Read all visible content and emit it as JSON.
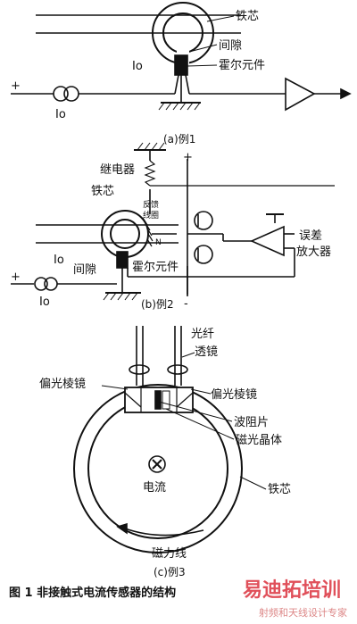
{
  "examples": [
    {
      "caption": "(a)例1",
      "labels": {
        "core": "铁芯",
        "gap": "间隙",
        "hall": "霍尔元件",
        "io_top": "Io",
        "io_bottom": "Io",
        "plus": "+"
      }
    },
    {
      "caption": "(b)例2",
      "labels": {
        "relay": "继电器",
        "core": "铁芯",
        "feedback_coil_line1": "反馈",
        "feedback_coil_line2": "线圈",
        "n": "N",
        "amp_line1": "误差",
        "amp_line2": "放大器",
        "gap": "间隙",
        "hall": "霍尔元件",
        "io_top": "Io",
        "io_bottom": "Io",
        "plus": "+",
        "plus_top": "+",
        "minus": "-"
      }
    },
    {
      "caption": "(c)例3",
      "labels": {
        "fiber": "光纤",
        "lens": "透镜",
        "polarizer_left": "偏光棱镜",
        "polarizer_right": "偏光棱镜",
        "wave_plate": "波阻片",
        "mo_crystal": "磁光晶体",
        "current": "电流",
        "core": "铁芯",
        "flux": "磁力线"
      }
    }
  ],
  "figure_title": "图 1  非接触式电流传感器的结构",
  "watermark": {
    "brand": "易迪拓培训",
    "sub": "射频和天线设计专家"
  }
}
